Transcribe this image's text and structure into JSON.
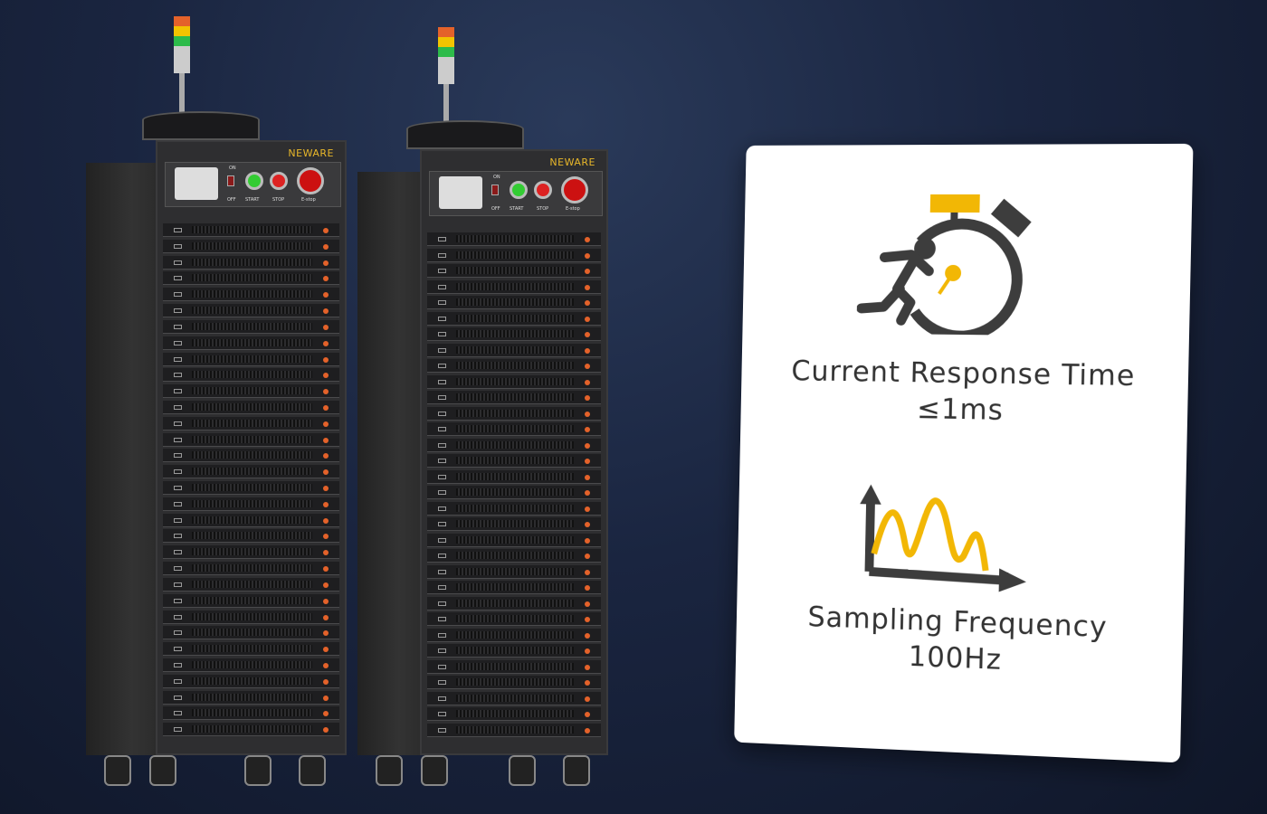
{
  "cabinets": [
    {
      "brand": "NEWARE",
      "on": "ON",
      "off": "OFF",
      "start": "START",
      "stop": "STOP",
      "estop": "E-stop",
      "drawer_count": 32
    },
    {
      "brand": "NEWARE",
      "on": "ON",
      "off": "OFF",
      "start": "START",
      "stop": "STOP",
      "estop": "E-stop",
      "drawer_count": 32
    }
  ],
  "card": {
    "feature1": {
      "icon": "stopwatch-runner-icon",
      "title": "Current Response Time",
      "value": "≤1ms"
    },
    "feature2": {
      "icon": "waveform-chart-icon",
      "title": "Sampling Frequency",
      "value": "100Hz"
    }
  },
  "colors": {
    "accent": "#f2b705",
    "icon_dark": "#3d3d3d",
    "led": "#e4622a"
  }
}
